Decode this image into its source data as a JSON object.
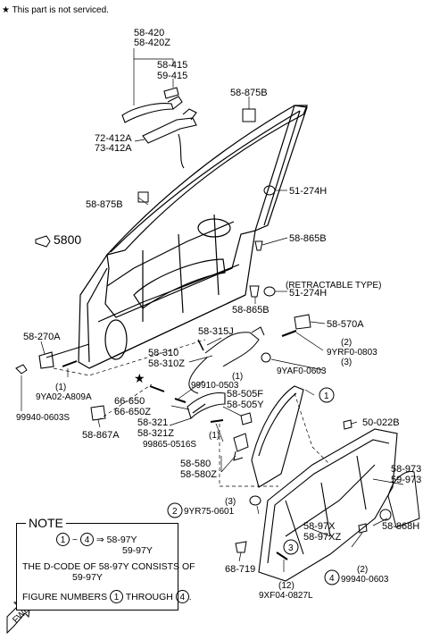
{
  "header": {
    "star": "★",
    "text": "This part is not serviced."
  },
  "labels": {
    "l58420": "58-420",
    "l58420z": "58-420Z",
    "l58415": "58-415",
    "l59415": "59-415",
    "l72412a": "72-412A",
    "l73412a": "73-412A",
    "l58875b_top": "58-875B",
    "l58875b_left": "58-875B",
    "l51274h_top": "51-274H",
    "l5800": "5800",
    "l58865b_right": "58-865B",
    "retractable": "(RETRACTABLE TYPE)",
    "l51274h_bot": "51-274H",
    "l58865b_bot": "58-865B",
    "l58570a": "58-570A",
    "l9yrf0_qty": "(2)",
    "l9yrf0": "9YRF0-0803",
    "l9yaf0_qty": "(3)",
    "l9yaf0": "9YAF0-0603",
    "l58270a": "58-270A",
    "l9ya02_qty": "(1)",
    "l9ya02": "9YA02-A809A",
    "l99940_left": "99940-0603S",
    "l58867a": "58-867A",
    "l58315j": "58-315J",
    "l58310": "58-310",
    "l58310z": "58-310Z",
    "l99910_qty": "(1)",
    "l99910": "99910-0503",
    "star2": "★",
    "l66650": "66-650",
    "l66650z": "66-650Z",
    "l58505f": "58-505F",
    "l58505y": "58-505Y",
    "l58321": "58-321",
    "l58321z": "58-321Z",
    "l99865_qty": "(1)",
    "l99865": "99865-0516S",
    "circ1": "1",
    "l50022b": "50-022B",
    "l58580": "58-580",
    "l58580z": "58-580Z",
    "l58973": "58-973",
    "l59973": "59-973",
    "circ2": "2",
    "l9yr75_qty": "(3)",
    "l9yr75": "9YR75-0601",
    "l58868h": "58-868H",
    "l58897x": "58-97X",
    "l58897xz": "58-97XZ",
    "circ3": "3",
    "l68719": "68-719",
    "l99940_qty": "(2)",
    "l99940_bot": "99940-0603",
    "circ4": "4",
    "l9xf04_qty": "(12)",
    "l9xf04": "9XF04-0827L",
    "fwd": "FWD"
  },
  "note": {
    "title": "NOTE",
    "c1": "1",
    "arrow": "~",
    "c4": "4",
    "implies": "⇒",
    "codes1": "58-97Y",
    "codes2": "59-97Y",
    "row2a": "THE D-CODE OF",
    "row2b": "58-97Y",
    "row2c": "CONSISTS OF",
    "row2d": "59-97Y",
    "row3a": "FIGURE NUMBERS",
    "row3b": "1",
    "row3c": "THROUGH",
    "row3d": "4",
    "row3e": "."
  }
}
